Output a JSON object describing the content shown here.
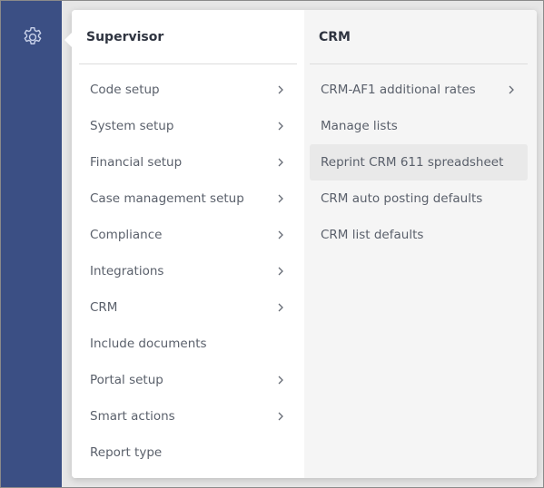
{
  "rail": {
    "settings_icon": "gear-icon",
    "color": "#3b4f84"
  },
  "supervisor": {
    "title": "Supervisor",
    "items": [
      {
        "label": "Code setup",
        "has_submenu": true
      },
      {
        "label": "System setup",
        "has_submenu": true
      },
      {
        "label": "Financial setup",
        "has_submenu": true
      },
      {
        "label": "Case management setup",
        "has_submenu": true
      },
      {
        "label": "Compliance",
        "has_submenu": true
      },
      {
        "label": "Integrations",
        "has_submenu": true
      },
      {
        "label": "CRM",
        "has_submenu": true
      },
      {
        "label": "Include documents",
        "has_submenu": false
      },
      {
        "label": "Portal setup",
        "has_submenu": true
      },
      {
        "label": "Smart actions",
        "has_submenu": true
      },
      {
        "label": "Report type",
        "has_submenu": false
      }
    ]
  },
  "crm": {
    "title": "CRM",
    "items": [
      {
        "label": "CRM-AF1 additional rates",
        "has_submenu": true
      },
      {
        "label": "Manage lists",
        "has_submenu": false
      },
      {
        "label": "Reprint CRM 611 spreadsheet",
        "has_submenu": false,
        "hovered": true
      },
      {
        "label": "CRM auto posting defaults",
        "has_submenu": false
      },
      {
        "label": "CRM list defaults",
        "has_submenu": false
      }
    ]
  },
  "colors": {
    "rail": "#3b4f84",
    "panel": "#ffffff",
    "submenu_bg": "#f5f5f5",
    "hover": "#e9e9e9",
    "text": "#5a606b",
    "title": "#2f3440"
  }
}
